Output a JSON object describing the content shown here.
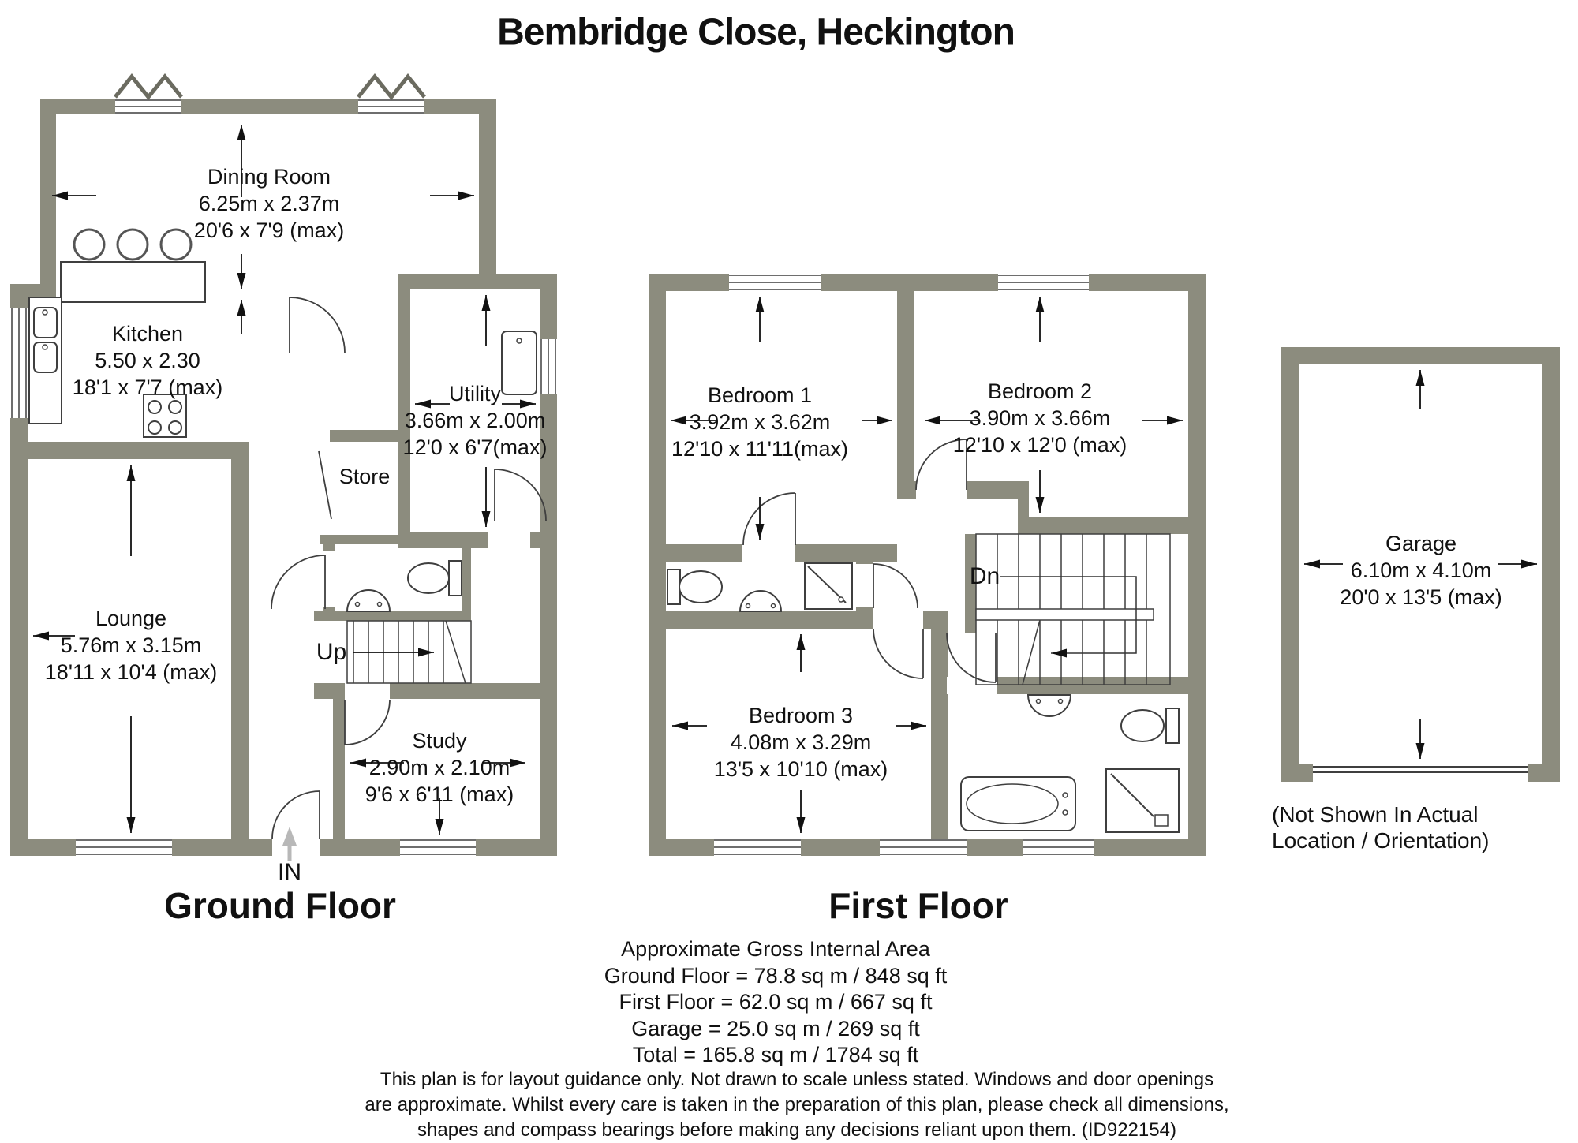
{
  "title": "Bembridge Close, Heckington",
  "rooms": {
    "dining": {
      "name": "Dining Room",
      "metric": "6.25m x 2.37m",
      "imperial": "20'6 x 7'9 (max)"
    },
    "kitchen": {
      "name": "Kitchen",
      "metric": "5.50 x 2.30",
      "imperial": "18'1 x 7'7 (max)"
    },
    "utility": {
      "name": "Utility",
      "metric": "3.66m x 2.00m",
      "imperial": "12'0 x 6'7(max)"
    },
    "store": {
      "name": "Store"
    },
    "lounge": {
      "name": "Lounge",
      "metric": "5.76m x 3.15m",
      "imperial": "18'11 x 10'4 (max)"
    },
    "study": {
      "name": "Study",
      "metric": "2.90m x 2.10m",
      "imperial": "9'6 x 6'11 (max)"
    },
    "bedroom1": {
      "name": "Bedroom 1",
      "metric": "3.92m x 3.62m",
      "imperial": "12'10 x 11'11(max)"
    },
    "bedroom2": {
      "name": "Bedroom 2",
      "metric": "3.90m x 3.66m",
      "imperial": "12'10 x 12'0 (max)"
    },
    "bedroom3": {
      "name": "Bedroom 3",
      "metric": "4.08m x 3.29m",
      "imperial": "13'5 x 10'10 (max)"
    },
    "garage": {
      "name": "Garage",
      "metric": "6.10m x 4.10m",
      "imperial": "20'0 x 13'5 (max)"
    }
  },
  "labels": {
    "up": "Up",
    "down": "Dn",
    "entrance": "IN",
    "ground_heading": "Ground Floor",
    "first_heading": "First Floor",
    "garage_note_line1": "(Not Shown In Actual",
    "garage_note_line2": "Location / Orientation)"
  },
  "footer": {
    "area_heading": "Approximate Gross Internal Area",
    "ground": "Ground Floor = 78.8 sq m / 848 sq ft",
    "first": "First Floor = 62.0 sq m / 667 sq ft",
    "garage": "Garage = 25.0 sq m / 269 sq ft",
    "total": "Total = 165.8 sq m / 1784 sq ft",
    "disclaimer_line1": "This plan is for layout guidance only. Not drawn to scale unless stated. Windows and door openings",
    "disclaimer_line2": "are approximate. Whilst every care is taken in the preparation of this plan, please check all dimensions,",
    "disclaimer_line3": "shapes and compass bearings before making any decisions reliant upon them. (ID922154)"
  },
  "colors": {
    "wall": "#8C8C7E",
    "line": "#3f3f3f",
    "arrow": "#111111",
    "background": "#ffffff"
  }
}
